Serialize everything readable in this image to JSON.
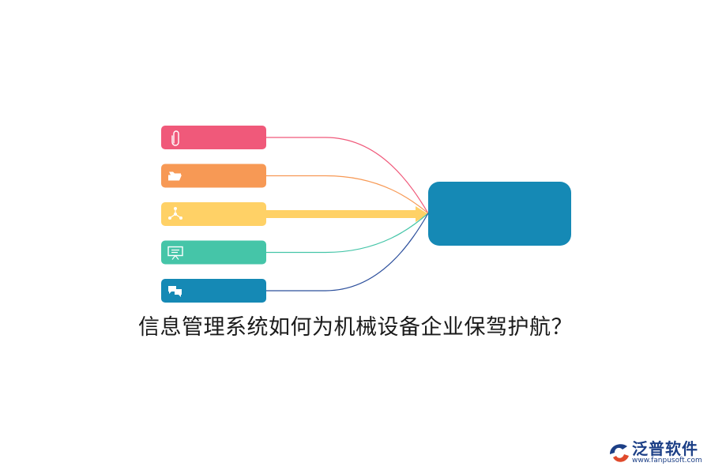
{
  "caption": "信息管理系统如何为机械设备企业保驾护航？",
  "nodes": [
    {
      "icon": "paperclip-icon",
      "color": "#f0597a"
    },
    {
      "icon": "folder-icon",
      "color": "#f79955"
    },
    {
      "icon": "network-icon",
      "color": "#ffd166"
    },
    {
      "icon": "presentation-icon",
      "color": "#45c5a8"
    },
    {
      "icon": "chat-icon",
      "color": "#1589b5"
    }
  ],
  "target": {
    "color": "#1589b5"
  },
  "brand": {
    "name": "泛普软件",
    "url": "www.fanpusoft.com",
    "color": "#1c3f86",
    "accent": "#e04a2c"
  }
}
